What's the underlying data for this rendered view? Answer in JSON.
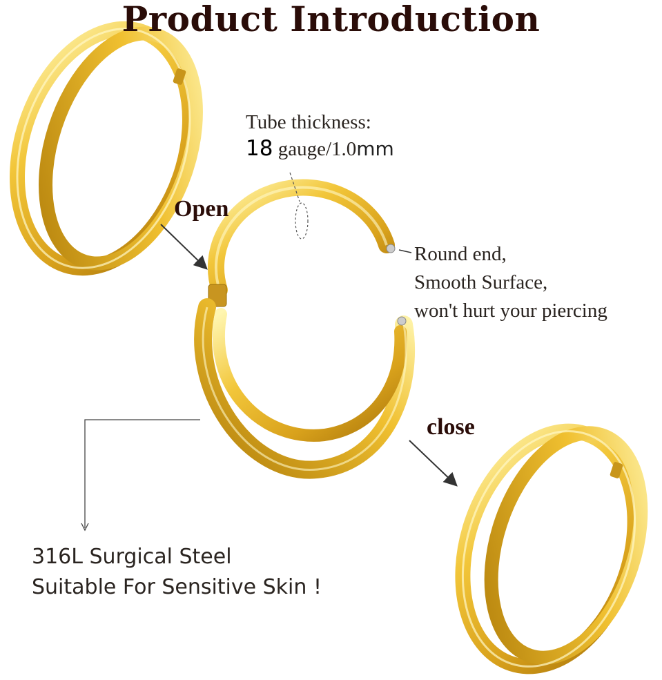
{
  "title": "Product Introduction",
  "labels": {
    "tube_thickness": "Tube thickness:",
    "gauge_number": "18",
    "gauge_text": "gauge/1.0",
    "gauge_unit": "mm",
    "open": "Open",
    "close": "close",
    "round_end": "Round end,",
    "smooth_surface": "Smooth Surface,",
    "wont_hurt": "won't hurt your piercing",
    "material": "316L Surgical Steel",
    "suitable": "Suitable For Sensitive Skin !"
  },
  "colors": {
    "gold_light": "#fff3a8",
    "gold_mid": "#f0c030",
    "gold_dark": "#b07d0a",
    "title_color": "#2a0c08"
  }
}
